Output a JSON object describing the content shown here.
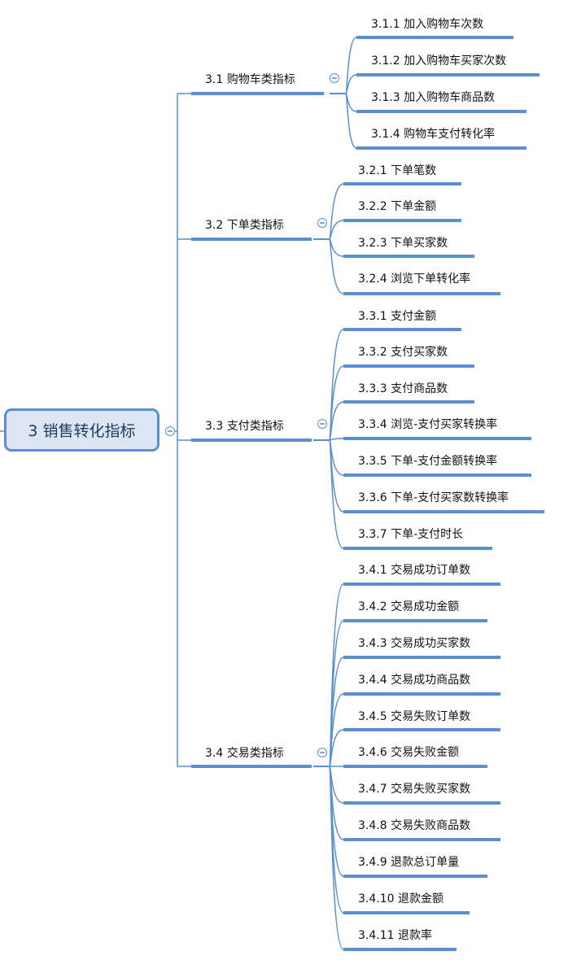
{
  "root": {
    "label": "3  销售转化指标"
  },
  "colors": {
    "line": "#5b8fd0",
    "root_fill": "#dce6f2",
    "root_border": "#5b8fd0",
    "text": "#111111"
  },
  "branches": [
    {
      "label": "3.1  购物车类指标",
      "children": [
        "3.1.1  加入购物车次数",
        "3.1.2  加入购物车买家次数",
        "3.1.3  加入购物车商品数",
        "3.1.4  购物车支付转化率"
      ]
    },
    {
      "label": "3.2  下单类指标",
      "children": [
        "3.2.1  下单笔数",
        "3.2.2  下单金额",
        "3.2.3  下单买家数",
        "3.2.4  浏览下单转化率"
      ]
    },
    {
      "label": "3.3  支付类指标",
      "children": [
        "3.3.1  支付金额",
        "3.3.2  支付买家数",
        "3.3.3  支付商品数",
        "3.3.4  浏览-支付买家转换率",
        "3.3.5  下单-支付金额转换率",
        "3.3.6  下单-支付买家数转换率",
        "3.3.7  下单-支付时长"
      ]
    },
    {
      "label": "3.4  交易类指标",
      "children": [
        "3.4.1  交易成功订单数",
        "3.4.2  交易成功金额",
        "3.4.3  交易成功买家数",
        "3.4.4  交易成功商品数",
        "3.4.5  交易失败订单数",
        "3.4.6  交易失败金额",
        "3.4.7  交易失败买家数",
        "3.4.8  交易失败商品数",
        "3.4.9  退款总订单量",
        "3.4.10  退款金额",
        "3.4.11  退款率"
      ]
    }
  ]
}
